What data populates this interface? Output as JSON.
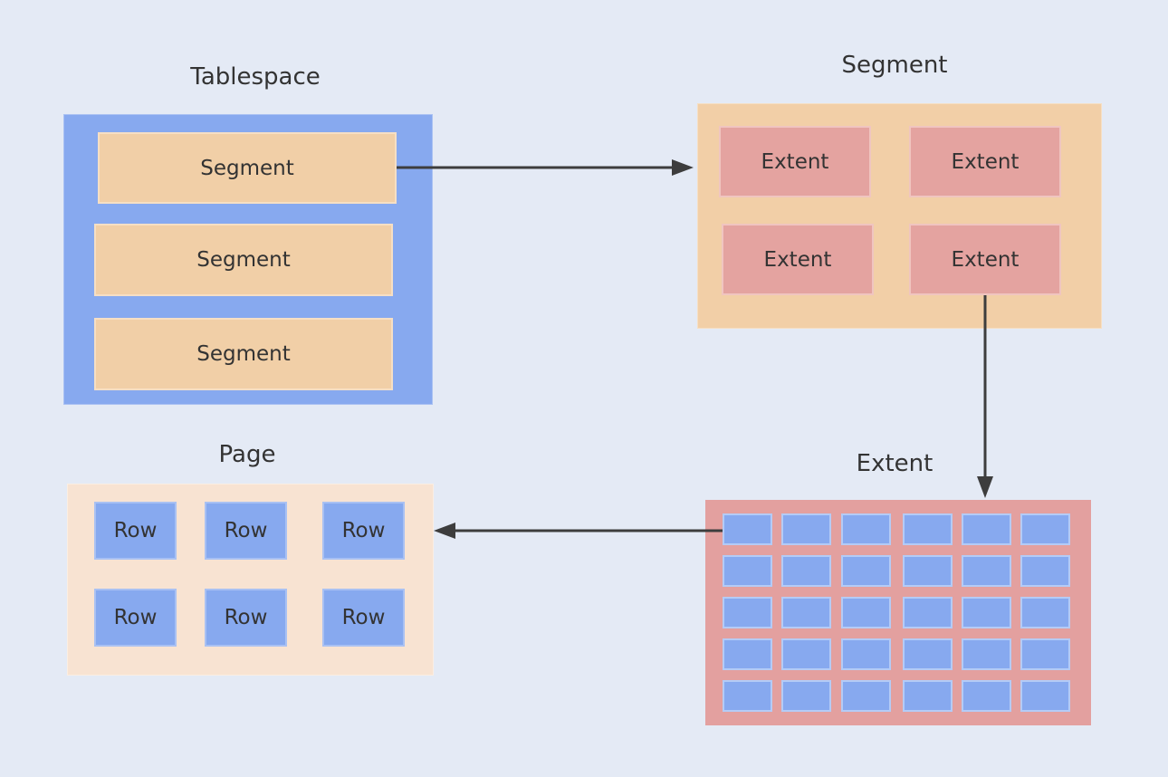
{
  "tablespace": {
    "title": "Tablespace",
    "segments": [
      "Segment",
      "Segment",
      "Segment"
    ]
  },
  "segment": {
    "title": "Segment",
    "extents": [
      "Extent",
      "Extent",
      "Extent",
      "Extent"
    ]
  },
  "extent": {
    "title": "Extent"
  },
  "page": {
    "title": "Page",
    "rows": [
      "Row",
      "Row",
      "Row",
      "Row",
      "Row",
      "Row"
    ]
  }
}
